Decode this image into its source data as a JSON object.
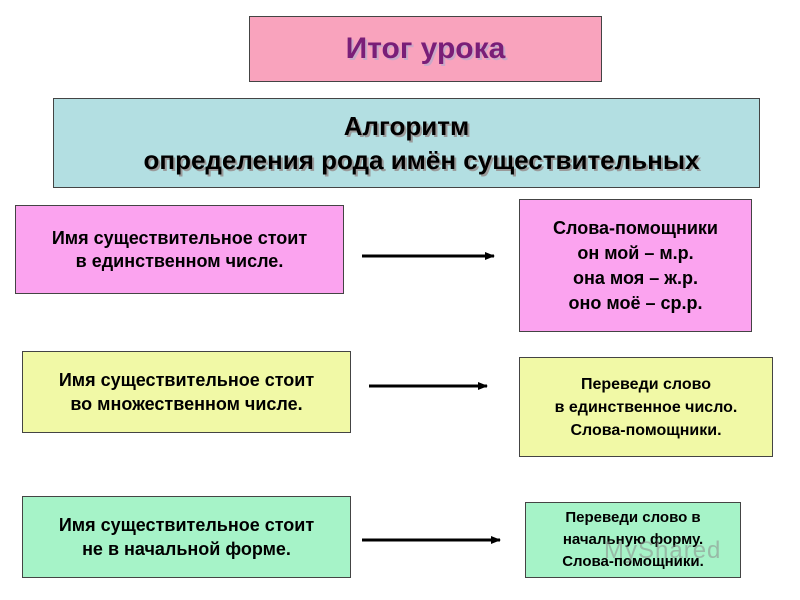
{
  "title": "Итог урока",
  "heading": {
    "line1": "Алгоритм",
    "line2": "определения рода имён существительных"
  },
  "rows": [
    {
      "condition": [
        "Имя существительное стоит",
        "в единственном числе."
      ],
      "action": [
        "Слова-помощники",
        "он мой – м.р.",
        "она моя – ж.р.",
        "оно моё – ср.р."
      ]
    },
    {
      "condition": [
        "Имя существительное стоит",
        "во множественном числе."
      ],
      "action": [
        "Переведи слово",
        "в единственное число.",
        "Слова-помощники."
      ]
    },
    {
      "condition": [
        "Имя существительное стоит",
        "не в начальной форме."
      ],
      "action": [
        "Переведи слово в",
        "начальную форму.",
        "Слова-помощники."
      ]
    }
  ],
  "watermark": "MyShared",
  "colors": {
    "title_bg": "#f9a3bd",
    "title_text": "#7a1e78",
    "heading_bg": "#b3dfe2",
    "row1_bg": "#fba3ef",
    "row2_bg": "#f1f9a6",
    "row3_bg": "#a6f3c8"
  }
}
